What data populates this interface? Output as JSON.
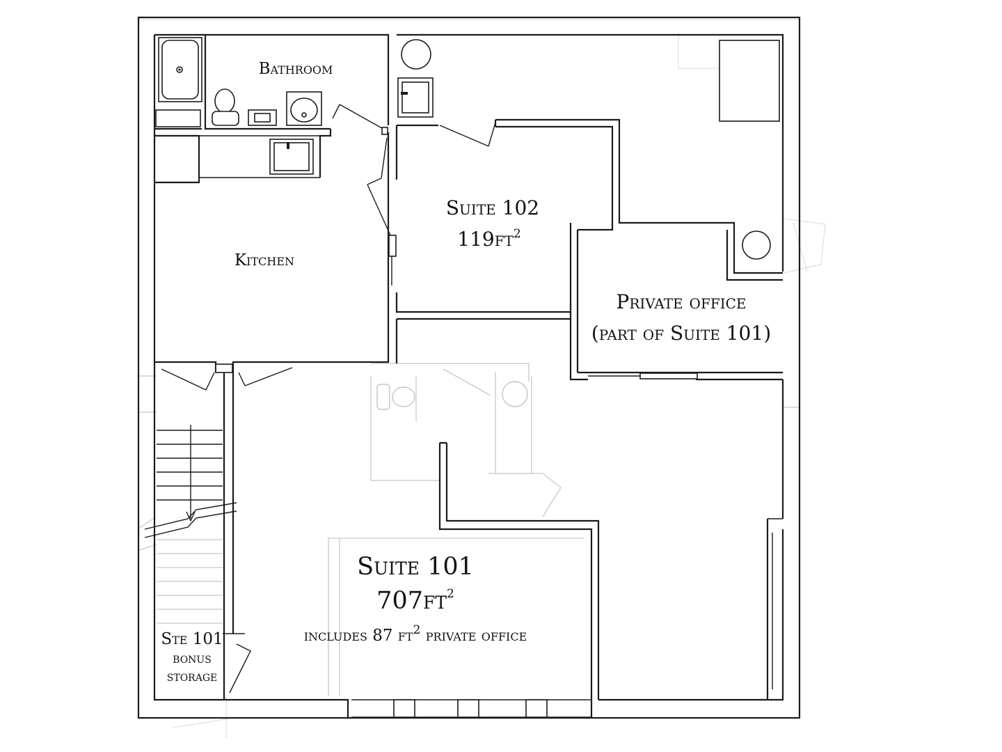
{
  "rooms": {
    "bathroom": {
      "name": "Bathroom"
    },
    "kitchen": {
      "name": "Kitchen"
    },
    "suite_102": {
      "name": "Suite 102",
      "area": "119ft",
      "area_sup": "2"
    },
    "private_office": {
      "line1": "Private office",
      "line2": "(part of Suite 101)"
    },
    "suite_101": {
      "name": "Suite 101",
      "area": "707ft",
      "area_sup": "2",
      "note_prefix": "includes 87 ft",
      "note_sup": "2",
      "note_suffix": " private office"
    },
    "storage": {
      "line1": "Ste 101",
      "line2": "bonus",
      "line3": "storage"
    }
  }
}
